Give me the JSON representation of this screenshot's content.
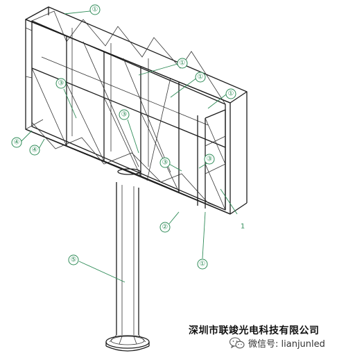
{
  "callouts": [
    {
      "id": "c1a",
      "label": "①"
    },
    {
      "id": "c1b",
      "label": "①"
    },
    {
      "id": "c1c",
      "label": "①"
    },
    {
      "id": "c1d",
      "label": "①"
    },
    {
      "id": "c1e",
      "label": "①"
    },
    {
      "id": "c2",
      "label": "②"
    },
    {
      "id": "c3a",
      "label": "③"
    },
    {
      "id": "c3b",
      "label": "③"
    },
    {
      "id": "c3c",
      "label": "③"
    },
    {
      "id": "c3d",
      "label": "③"
    },
    {
      "id": "c4a",
      "label": "④"
    },
    {
      "id": "c4b",
      "label": "④"
    },
    {
      "id": "c5",
      "label": "⑤"
    },
    {
      "id": "c_partial",
      "label": "1"
    }
  ],
  "watermark": {
    "company": "深圳市联竣光电科技有限公司",
    "wechat_label": "微信号: lianjunled",
    "wechat_icon": "wechat-icon"
  },
  "colors": {
    "line": "#1c1c1c",
    "callout": "#2e8b57"
  }
}
